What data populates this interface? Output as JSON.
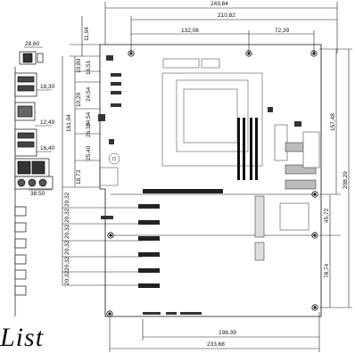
{
  "dims_top": {
    "overall": "243,84",
    "d1": "210,82",
    "d2": "132,08",
    "d3": "72,39"
  },
  "dims_bottom": {
    "d1": "198,39",
    "d2": "233,68"
  },
  "dims_right": {
    "d1": "157,48",
    "d2": "208,29",
    "d3": "45,72",
    "d4": "78,74"
  },
  "dims_left": [
    "11,94",
    "10,80",
    "16,51",
    "24,54",
    "10,29",
    "24,54",
    "161,04",
    "26,19",
    "25,40",
    "18,73",
    "20,32",
    "20,32",
    "20,32",
    "20,32",
    "20,32",
    "20,32"
  ],
  "io_panel": {
    "a": "28,60",
    "b": "18,30",
    "c": "12,49",
    "d": "16,40",
    "e": "38,50"
  },
  "caption": "List"
}
